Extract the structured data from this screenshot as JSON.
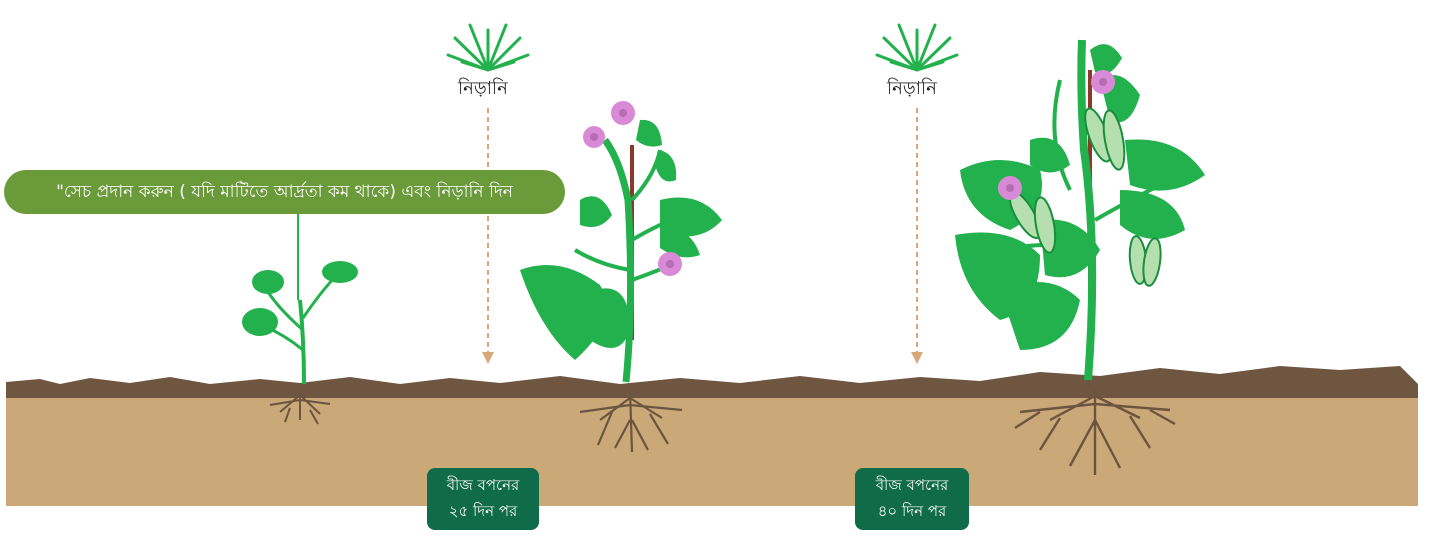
{
  "instruction": "\"সেচ প্রদান করুন ( যদি মাটিতে আর্দ্রতা কম থাকে) এবং নিড়ানি দিন",
  "weeder_labels": [
    "নিড়ানি",
    "নিড়ানি"
  ],
  "stages": [
    {
      "line1": "বীজ বপনের",
      "line2": "২৫ দিন পর"
    },
    {
      "line1": "বীজ বপনের",
      "line2": "৪০ দিন পর"
    }
  ],
  "colors": {
    "soil_top": "#6e5640",
    "soil_body": "#cba877",
    "leaf": "#22b14c",
    "leaf_dark": "#178f3c",
    "flower": "#d98ad6",
    "badge": "#0f6b4a",
    "bubble": "#6a9a3a",
    "arrow": "#d6a878",
    "root": "#6b5440"
  },
  "icons": [
    "grass-weed-icon",
    "flower-icon",
    "arrow-down-icon"
  ]
}
